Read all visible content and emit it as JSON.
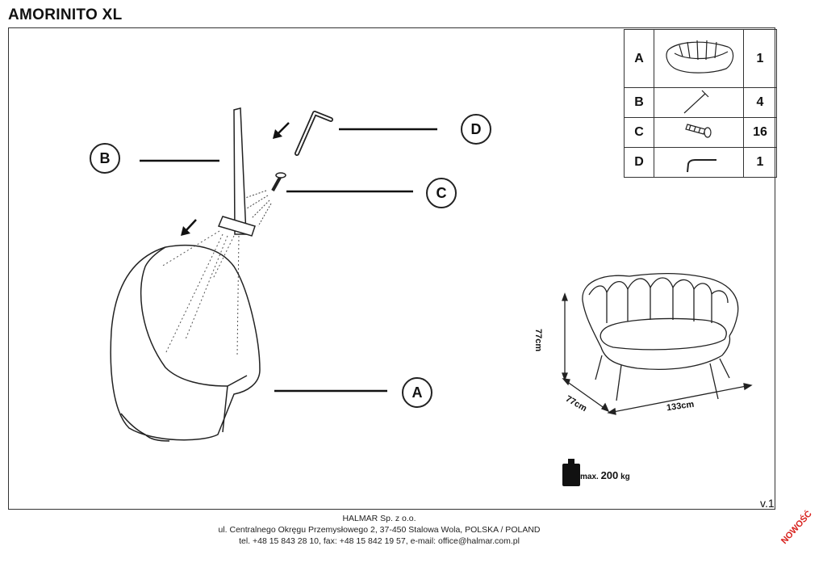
{
  "title": "AMORINITO XL",
  "callouts": {
    "a": "A",
    "b": "B",
    "c": "C",
    "d": "D"
  },
  "parts_table": [
    {
      "letter": "A",
      "icon": "sofa-icon",
      "qty": "1"
    },
    {
      "letter": "B",
      "icon": "leg-icon",
      "qty": "4"
    },
    {
      "letter": "C",
      "icon": "screw-icon",
      "qty": "16"
    },
    {
      "letter": "D",
      "icon": "allen-key-icon",
      "qty": "1"
    }
  ],
  "dimensions": {
    "height": "77cm",
    "depth": "77cm",
    "width": "133cm"
  },
  "max_load": {
    "label": "max.",
    "value": "200",
    "unit": "kg"
  },
  "version": "v.1",
  "footer": {
    "company": "HALMAR Sp. z o.o.",
    "address": "ul. Centralnego Okręgu Przemysłowego 2, 37-450 Stalowa Wola, POLSKA / POLAND",
    "contact": "tel. +48 15 843 28 10, fax: +48 15 842 19 57, e-mail: office@halmar.com.pl"
  },
  "badge": "NOWOŚĆ"
}
